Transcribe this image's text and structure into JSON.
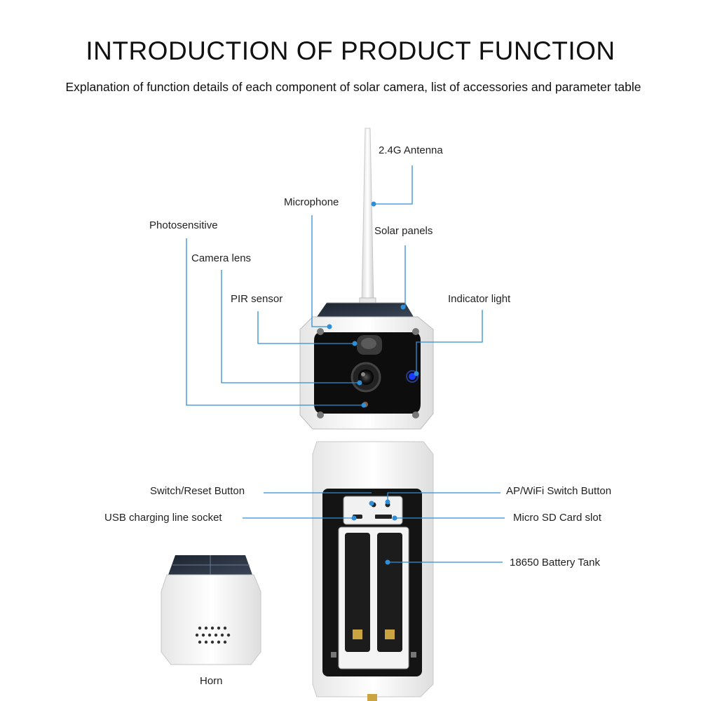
{
  "header": {
    "title": "INTRODUCTION OF PRODUCT FUNCTION",
    "subtitle": "Explanation of function details of each component of solar camera, list of accessories and parameter table"
  },
  "labels": {
    "antenna": "2.4G Antenna",
    "microphone": "Microphone",
    "photosensitive": "Photosensitive",
    "solar_panels": "Solar panels",
    "camera_lens": "Camera lens",
    "pir_sensor": "PIR sensor",
    "indicator_light": "Indicator light",
    "switch_reset": "Switch/Reset Button",
    "ap_wifi": "AP/WiFi Switch Button",
    "usb_socket": "USB charging line socket",
    "micro_sd": "Micro SD Card slot",
    "battery": "18650 Battery Tank",
    "horn": "Horn"
  },
  "colors": {
    "leader": "#2f8fd6",
    "indicator_led": "#1a3cff"
  }
}
